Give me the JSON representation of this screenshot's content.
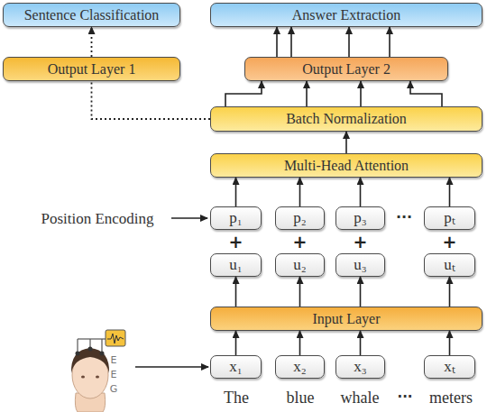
{
  "diagram": {
    "nodes": [
      {
        "text": [
          "Sentence Classification"
        ]
      },
      {
        "text": [
          "Answer Extraction"
        ]
      },
      {
        "text": [
          "Output Layer 1"
        ]
      },
      {
        "text": [
          "Output Layer 2"
        ]
      },
      {
        "text": [
          "Batch Normalization"
        ]
      },
      {
        "text": [
          "Multi-Head Attention"
        ]
      },
      {
        "text": [
          "p₁"
        ]
      },
      {
        "text": [
          "p₂"
        ]
      },
      {
        "text": [
          "p₃"
        ]
      },
      {
        "text": [
          "pₜ"
        ]
      },
      {
        "text": [
          "u₁"
        ]
      },
      {
        "text": [
          "u₂"
        ]
      },
      {
        "text": [
          "u₃"
        ]
      },
      {
        "text": [
          "uₜ"
        ]
      },
      {
        "text": [
          "Input Layer"
        ]
      },
      {
        "text": [
          "x₁"
        ]
      },
      {
        "text": [
          "x₂"
        ]
      },
      {
        "text": [
          "x₃"
        ]
      },
      {
        "text": [
          "xₜ"
        ]
      }
    ],
    "edges": [
      {
        "from": 2,
        "to": 0,
        "arrow": "to"
      },
      {
        "from": 3,
        "to": 1,
        "arrow": "to"
      },
      {
        "from": 4,
        "to": 3,
        "arrow": "to"
      },
      {
        "from": 4,
        "to": 2,
        "arrow": "none"
      },
      {
        "from": 5,
        "to": 4,
        "arrow": "to"
      },
      {
        "from": 6,
        "to": 5,
        "arrow": "to"
      },
      {
        "from": 7,
        "to": 5,
        "arrow": "to"
      },
      {
        "from": 8,
        "to": 5,
        "arrow": "to"
      },
      {
        "from": 9,
        "to": 5,
        "arrow": "to"
      },
      {
        "from": 14,
        "to": 10,
        "arrow": "to"
      },
      {
        "from": 14,
        "to": 11,
        "arrow": "to"
      },
      {
        "from": 14,
        "to": 12,
        "arrow": "to"
      },
      {
        "from": 14,
        "to": 13,
        "arrow": "to"
      },
      {
        "from": 15,
        "to": 14,
        "arrow": "to"
      },
      {
        "from": 16,
        "to": 14,
        "arrow": "to"
      },
      {
        "from": 17,
        "to": 14,
        "arrow": "to"
      },
      {
        "from": 18,
        "to": 14,
        "arrow": "to"
      }
    ],
    "labels": [
      "Position Encoding",
      "···",
      "+",
      "+",
      "+",
      "+",
      "The",
      "blue",
      "whale",
      "···",
      "meters",
      "E",
      "E",
      "G"
    ]
  }
}
